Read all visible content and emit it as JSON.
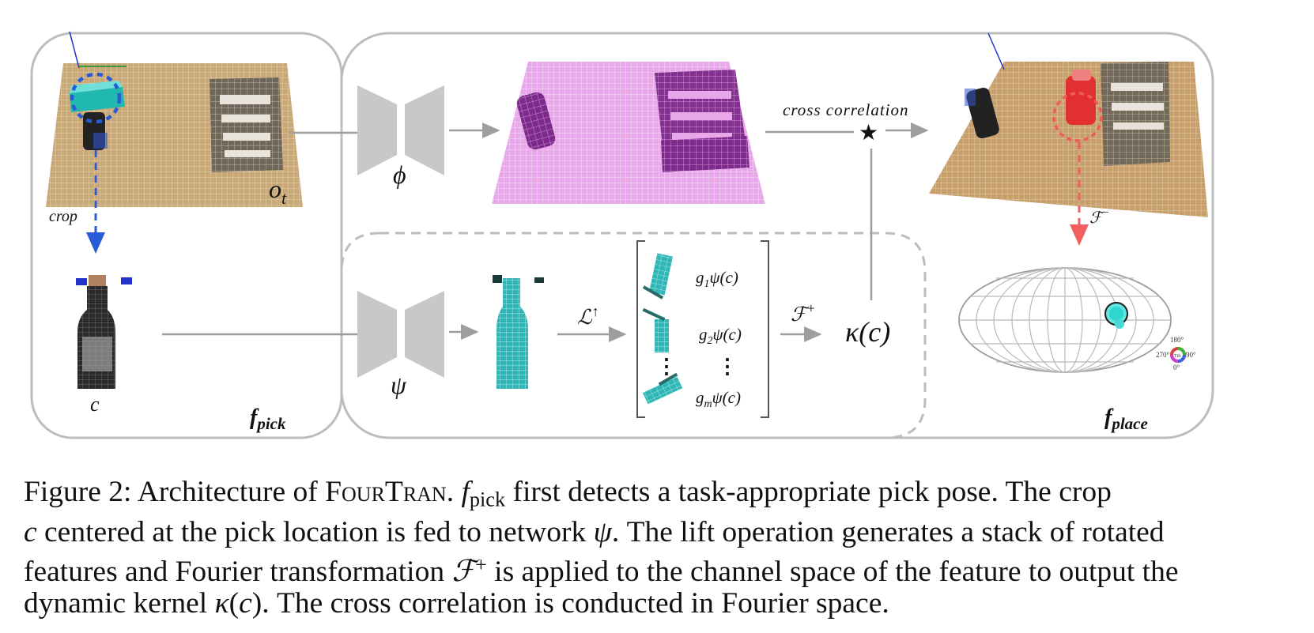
{
  "figure": {
    "labels": {
      "o_t": "o",
      "o_t_sub": "t",
      "crop": "crop",
      "c_left": "c",
      "phi": "ϕ",
      "psi": "ψ",
      "cross_correlation": "cross correlation",
      "star": "★",
      "lift": "ℒ",
      "lift_sup": "↑",
      "g1": "g",
      "g1_sub": "1",
      "g1_rest": "ψ(c)",
      "g2": "g",
      "g2_sub": "2",
      "g2_rest": "ψ(c)",
      "gm": "g",
      "gm_sub": "m",
      "gm_rest": "ψ(c)",
      "vdots_left": "⋮",
      "vdots_right": "⋮",
      "fplus": "ℱ",
      "fplus_sup": "+",
      "kappa": "κ(c)",
      "fminus": "ℱ",
      "fminus_sup": "−",
      "f_pick": "f",
      "f_pick_sub": "pick",
      "f_place": "f",
      "f_place_sub": "place",
      "angle_180": "180°",
      "angle_270": "270°",
      "angle_top": "Tilt",
      "angle_90": "90°",
      "angle_0": "0°"
    }
  },
  "caption": {
    "label": "Figure 2:",
    "p1_a": "Architecture of ",
    "method_name": "FourTran",
    "p1_b": ".",
    "f": "f",
    "f_sub": "pick",
    "p1_c": " first detects a task-appropriate pick pose. The crop",
    "p2_c": "c",
    "p2_a": " centered at the pick location is fed to network ",
    "p2_psi": "ψ",
    "p2_b": ". The lift operation generates a stack of rotated",
    "p3_a": "features and Fourier transformation ",
    "p3_F": "ℱ",
    "p3_sup": "+",
    "p3_b": " is applied to the channel space of the feature to output the",
    "p4_a": "dynamic kernel ",
    "p4_k": "κ",
    "p4_b": "(",
    "p4_c": "c",
    "p4_d": "). The cross correlation is conducted in Fourier space."
  }
}
